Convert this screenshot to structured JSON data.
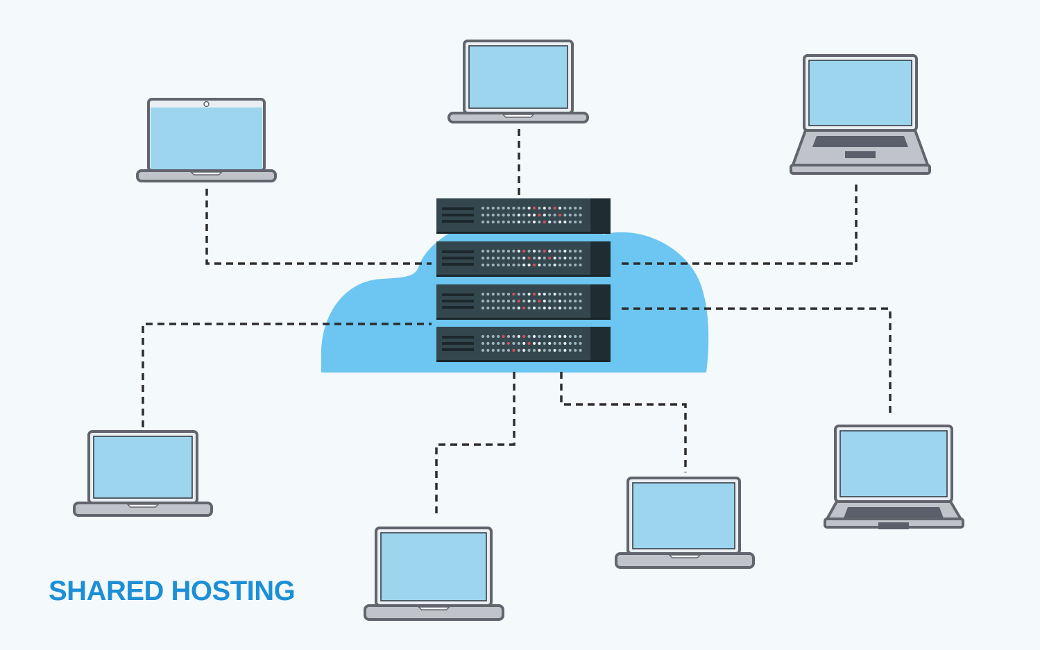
{
  "caption": "SHARED HOSTING",
  "colors": {
    "background": "#f4f9fc",
    "cloud": "#6cc6f1",
    "screen": "#9dd4ee",
    "laptop_frame": "#62646e",
    "laptop_body": "#c0c4ca",
    "keyboard": "#5b5f6b",
    "server_face": "#34474f",
    "server_side": "#1f2d33",
    "led_white": "#e8eef1",
    "led_red": "#d5505a",
    "connector": "#2d2d2d",
    "caption": "#1d8fd6"
  },
  "server": {
    "units": 4,
    "icon": "server-rack-icon"
  },
  "cloud": {
    "icon": "cloud-icon"
  },
  "laptops": [
    {
      "id": "top-left",
      "icon": "laptop-icon"
    },
    {
      "id": "top-center",
      "icon": "laptop-icon"
    },
    {
      "id": "top-right",
      "icon": "laptop-icon"
    },
    {
      "id": "bottom-left",
      "icon": "laptop-icon"
    },
    {
      "id": "bottom-center-left",
      "icon": "laptop-icon"
    },
    {
      "id": "bottom-center-right",
      "icon": "laptop-icon"
    },
    {
      "id": "bottom-right",
      "icon": "laptop-icon"
    }
  ],
  "connections": 7
}
